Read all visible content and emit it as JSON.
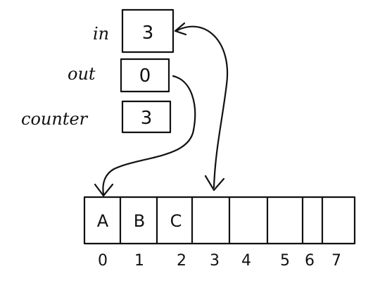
{
  "variables": [
    {
      "name": "in",
      "value": "3"
    },
    {
      "name": "out",
      "value": "0"
    },
    {
      "name": "counter",
      "value": "3"
    }
  ],
  "buffer": {
    "cells": [
      "A",
      "B",
      "C",
      "",
      "",
      "",
      "",
      ""
    ],
    "indices": [
      "0",
      "1",
      "2",
      "3",
      "4",
      "5",
      "6",
      "7"
    ]
  },
  "pointers": [
    {
      "from": "out",
      "to_index": 0
    },
    {
      "from": "in",
      "to_index": 3
    }
  ]
}
